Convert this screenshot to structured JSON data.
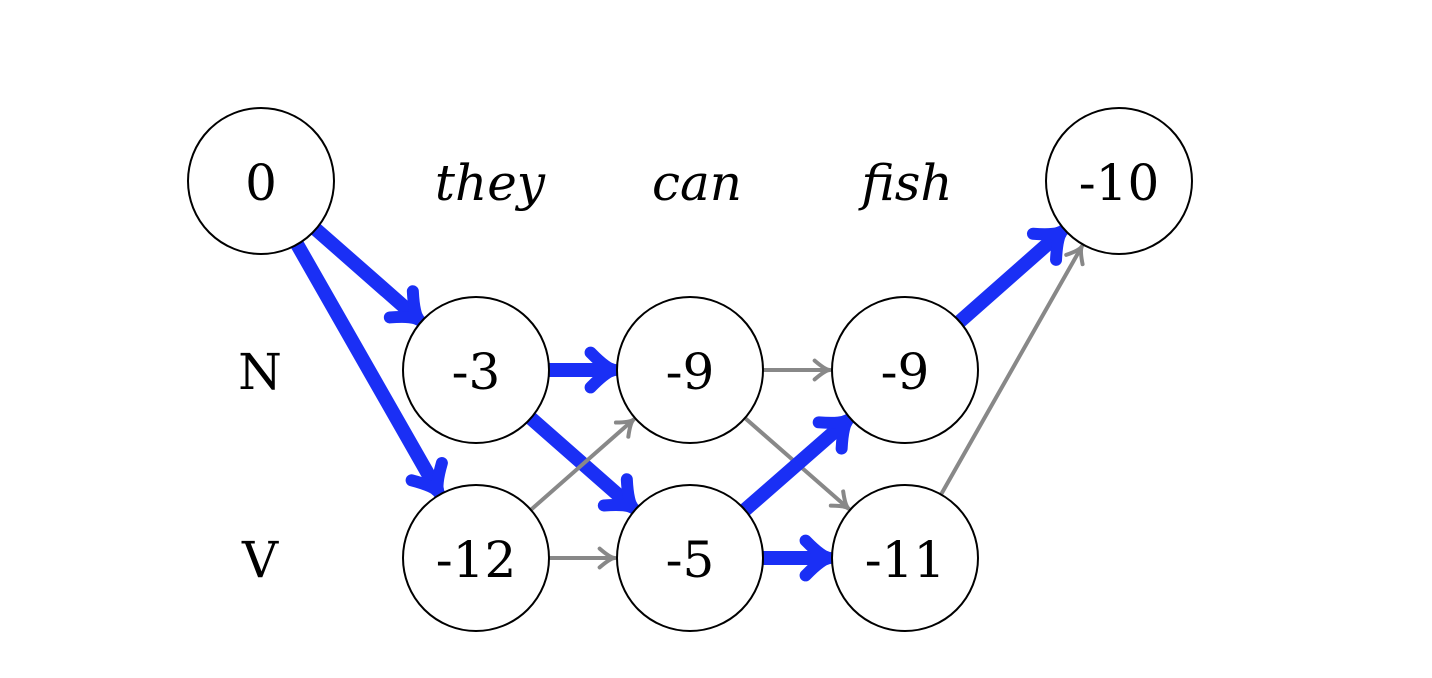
{
  "colors": {
    "best_path": "#1a2ff5",
    "other_path": "#888888",
    "node_stroke": "#000000",
    "node_fill": "#ffffff"
  },
  "words": [
    {
      "id": "w-they",
      "text": "they"
    },
    {
      "id": "w-can",
      "text": "can"
    },
    {
      "id": "w-fish",
      "text": "fish"
    }
  ],
  "tags": [
    {
      "id": "tag-n",
      "text": "N"
    },
    {
      "id": "tag-v",
      "text": "V"
    }
  ],
  "nodes": [
    {
      "id": "start",
      "value": "0"
    },
    {
      "id": "they-n",
      "value": "-3"
    },
    {
      "id": "they-v",
      "value": "-12"
    },
    {
      "id": "can-n",
      "value": "-9"
    },
    {
      "id": "can-v",
      "value": "-5"
    },
    {
      "id": "fish-n",
      "value": "-9"
    },
    {
      "id": "fish-v",
      "value": "-11"
    },
    {
      "id": "end",
      "value": "-10"
    }
  ],
  "edges": [
    {
      "from": "start",
      "to": "they-n",
      "best": true
    },
    {
      "from": "start",
      "to": "they-v",
      "best": true
    },
    {
      "from": "they-n",
      "to": "can-n",
      "best": true
    },
    {
      "from": "they-n",
      "to": "can-v",
      "best": true
    },
    {
      "from": "they-v",
      "to": "can-n",
      "best": false
    },
    {
      "from": "they-v",
      "to": "can-v",
      "best": false
    },
    {
      "from": "can-n",
      "to": "fish-n",
      "best": false
    },
    {
      "from": "can-n",
      "to": "fish-v",
      "best": false
    },
    {
      "from": "can-v",
      "to": "fish-n",
      "best": true
    },
    {
      "from": "can-v",
      "to": "fish-v",
      "best": true
    },
    {
      "from": "fish-n",
      "to": "end",
      "best": true
    },
    {
      "from": "fish-v",
      "to": "end",
      "best": false
    }
  ]
}
